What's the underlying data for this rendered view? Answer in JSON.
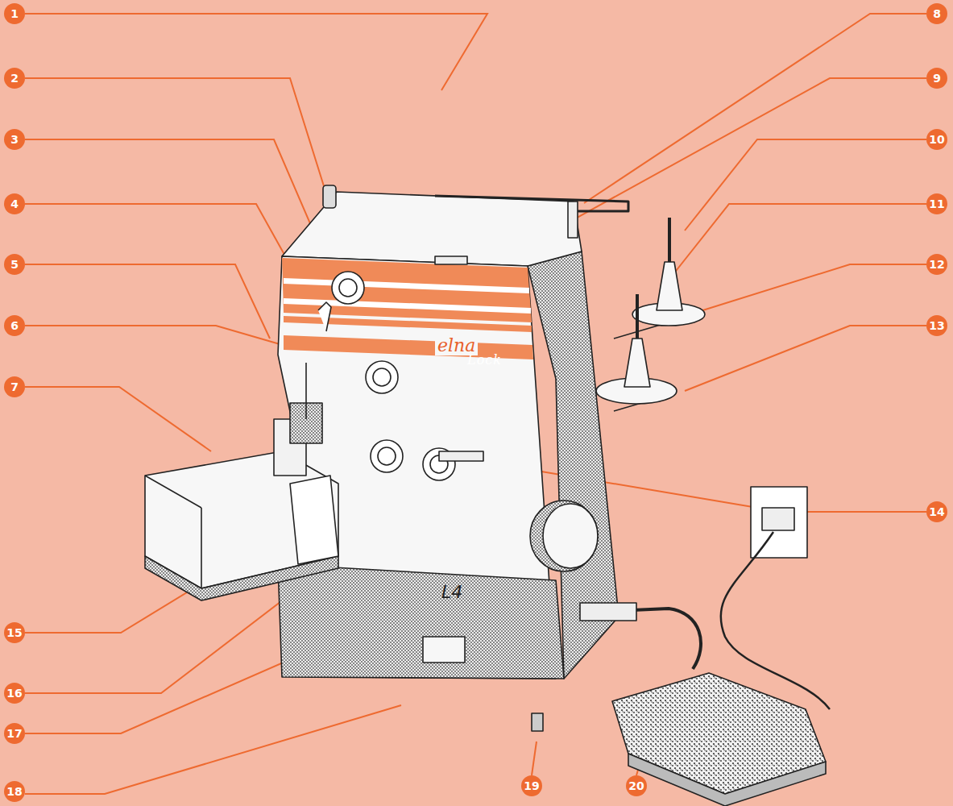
{
  "diagram": {
    "labels": [
      "1",
      "2",
      "3",
      "4",
      "5",
      "6",
      "7",
      "8",
      "9",
      "10",
      "11",
      "12",
      "13",
      "14",
      "15",
      "16",
      "17",
      "18",
      "19",
      "20",
      "elna",
      "Lock",
      "L4"
    ]
  }
}
